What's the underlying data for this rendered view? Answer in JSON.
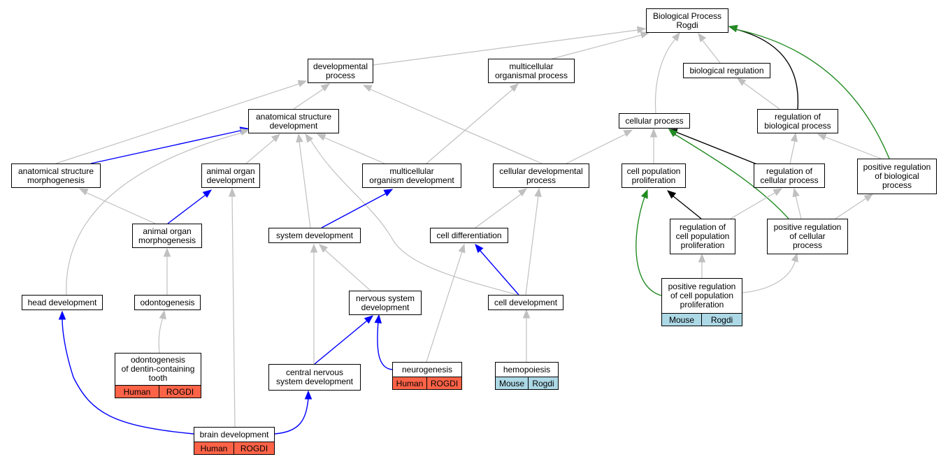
{
  "colors": {
    "edge_gray": "#c0c0c0",
    "edge_blue": "#0000ff",
    "edge_black": "#000000",
    "edge_green": "#228b22",
    "human": "#ff6347",
    "mouse": "#add8e6"
  },
  "nodes": {
    "bp": "Biological Process\nRogdi",
    "dev_proc": "developmental\nprocess",
    "multi_proc": "multicellular\norganismal process",
    "bio_reg": "biological regulation",
    "anat_dev": "anatomical structure\ndevelopment",
    "cell_proc": "cellular process",
    "reg_bio": "regulation of\nbiological process",
    "anat_morph": "anatomical structure\nmorphogenesis",
    "organ_dev": "animal organ\ndevelopment",
    "multi_org_dev": "multicellular\norganism development",
    "cell_dev_proc": "cellular developmental\nprocess",
    "cell_pop": "cell population\nproliferation",
    "reg_cell": "regulation of\ncellular process",
    "pos_reg_bio": "positive regulation\nof biological\nprocess",
    "organ_morph": "animal organ\nmorphogenesis",
    "sys_dev": "system development",
    "cell_diff": "cell differentiation",
    "reg_cell_pop": "regulation of\ncell population\nproliferation",
    "pos_reg_cell": "positive regulation\nof cellular\nprocess",
    "head_dev": "head development",
    "odonto": "odontogenesis",
    "ns_dev": "nervous system\ndevelopment",
    "cell_devt": "cell development",
    "pos_reg_cell_pop": "positive regulation\nof cell population\nproliferation",
    "odonto_dentin": "odontogenesis\nof dentin-containing\ntooth",
    "cns_dev": "central nervous\nsystem development",
    "neuro": "neurogenesis",
    "hemo": "hemopoiesis",
    "brain_dev": "brain development"
  },
  "annotations": {
    "pos_reg_cell_pop": [
      "Mouse",
      "Rogdi"
    ],
    "odonto_dentin": [
      "Human",
      "ROGDI"
    ],
    "neuro": [
      "Human",
      "ROGDI"
    ],
    "hemo": [
      "Mouse",
      "Rogdi"
    ],
    "brain_dev": [
      "Human",
      "ROGDI"
    ]
  }
}
